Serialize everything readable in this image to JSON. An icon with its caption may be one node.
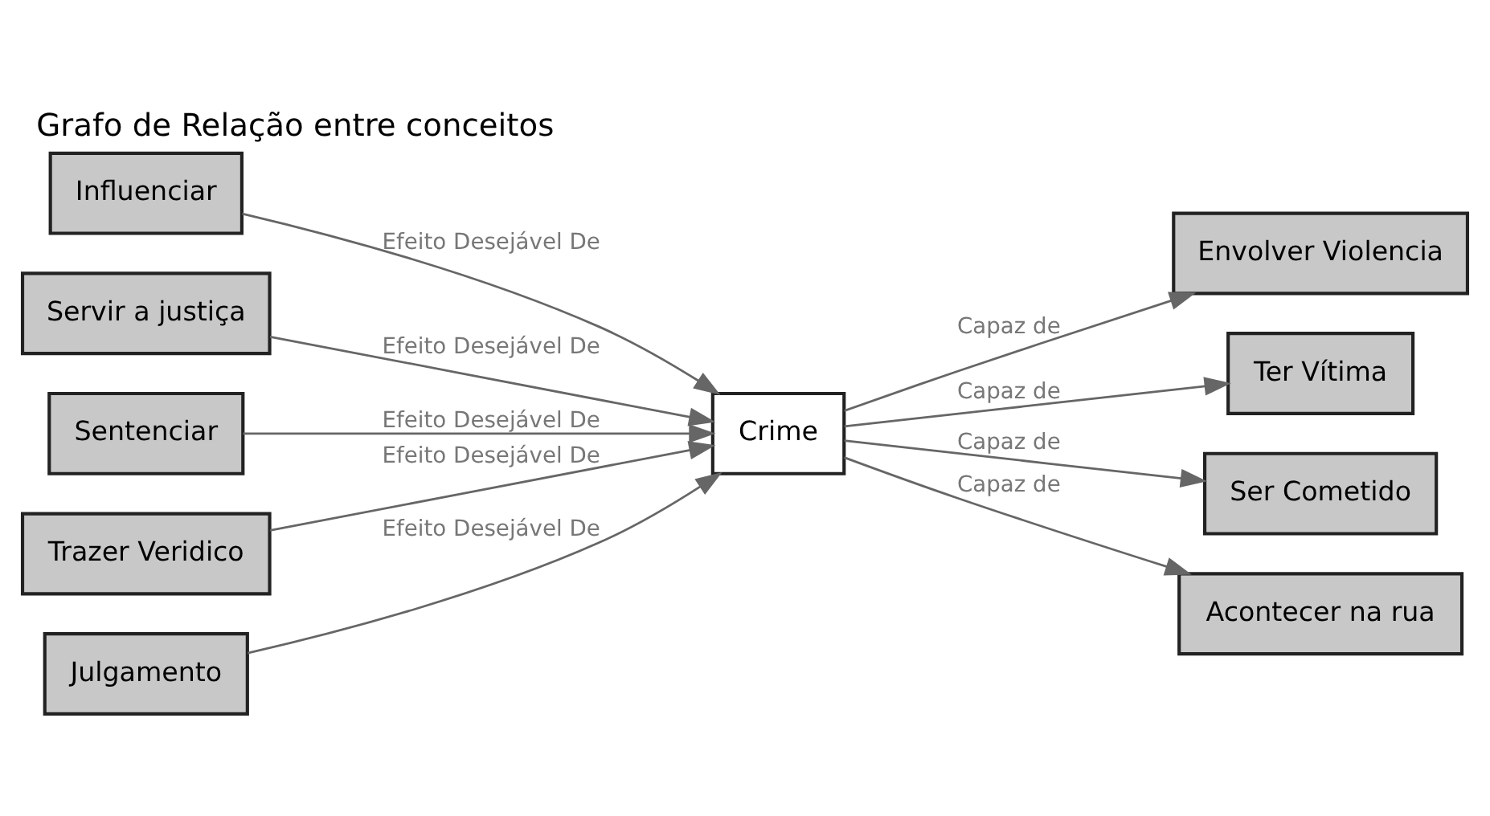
{
  "diagram": {
    "title": "Grafo de Relação entre conceitos",
    "nodes": [
      {
        "text": [
          "Influenciar"
        ]
      },
      {
        "text": [
          "Servir a justiça"
        ]
      },
      {
        "text": [
          "Sentenciar"
        ]
      },
      {
        "text": [
          "Trazer Veridico"
        ]
      },
      {
        "text": [
          "Julgamento"
        ]
      },
      {
        "text": [
          "Crime"
        ]
      },
      {
        "text": [
          "Envolver Violencia"
        ]
      },
      {
        "text": [
          "Ter Vítima"
        ]
      },
      {
        "text": [
          "Ser Cometido"
        ]
      },
      {
        "text": [
          "Acontecer na rua"
        ]
      }
    ],
    "edges": [
      {
        "from": 0,
        "to": 5,
        "arrow": "to",
        "label": "Efeito Desejável De"
      },
      {
        "from": 1,
        "to": 5,
        "arrow": "to",
        "label": "Efeito Desejável De"
      },
      {
        "from": 2,
        "to": 5,
        "arrow": "to",
        "label": "Efeito Desejável De"
      },
      {
        "from": 3,
        "to": 5,
        "arrow": "to",
        "label": "Efeito Desejável De"
      },
      {
        "from": 4,
        "to": 5,
        "arrow": "to",
        "label": "Efeito Desejável De"
      },
      {
        "from": 5,
        "to": 6,
        "arrow": "to",
        "label": "Capaz de"
      },
      {
        "from": 5,
        "to": 7,
        "arrow": "to",
        "label": "Capaz de"
      },
      {
        "from": 5,
        "to": 8,
        "arrow": "to",
        "label": "Capaz de"
      },
      {
        "from": 5,
        "to": 9,
        "arrow": "to",
        "label": "Capaz de"
      }
    ]
  }
}
